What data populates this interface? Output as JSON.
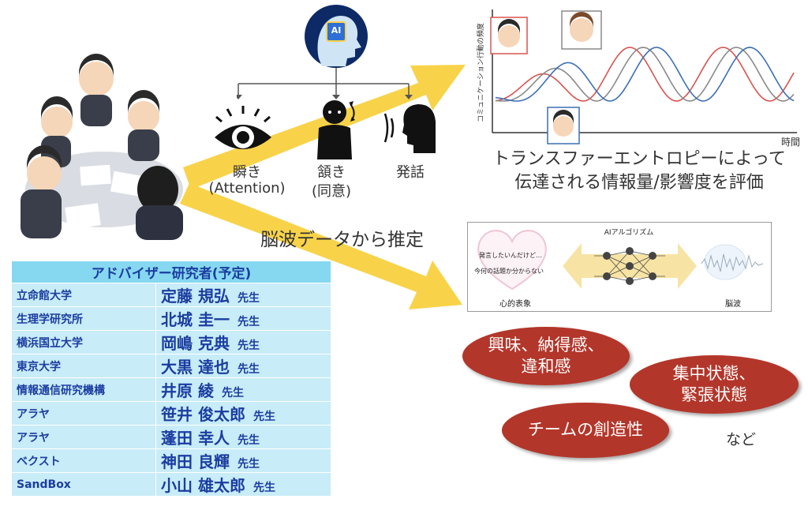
{
  "ai_label": "AI",
  "actions": [
    {
      "label": "瞬き",
      "sub": "(Attention)"
    },
    {
      "label": "頷き",
      "sub": "(同意)"
    },
    {
      "label": "発話",
      "sub": ""
    }
  ],
  "center_caption": "脳波データから推定",
  "chart": {
    "ylabel": "コミュニケーション行動の頻度",
    "xlabel": "時間",
    "series_colors": [
      "#d9534f",
      "#8a8a8a",
      "#3b6fb6"
    ]
  },
  "chart_caption": [
    "トランスファーエントロピーによって",
    "伝達される情報量/影響度を評価"
  ],
  "ai_box": {
    "title": "AIアルゴリズム",
    "speech_line1": "発言したいんだけど…",
    "speech_line2": "今何の話題か分からない",
    "left_label": "心的表象",
    "right_label": "脳波"
  },
  "ellipses": [
    {
      "text": "興味、納得感、\n違和感"
    },
    {
      "text": "集中状態、\n緊張状態"
    },
    {
      "text": "チームの創造性"
    }
  ],
  "etc_label": "など",
  "advisor_table": {
    "header": "アドバイザー研究者(予定)",
    "honorific": "先生",
    "rows": [
      {
        "institution": "立命館大学",
        "name": "定藤 規弘"
      },
      {
        "institution": "生理学研究所",
        "name": "北城 圭一"
      },
      {
        "institution": "横浜国立大学",
        "name": "岡嶋 克典"
      },
      {
        "institution": "東京大学",
        "name": "大黒 達也"
      },
      {
        "institution": "情報通信研究機構",
        "name": "井原 綾"
      },
      {
        "institution": "アラヤ",
        "name": "笹井 俊太郎"
      },
      {
        "institution": "アラヤ",
        "name": "蓬田 幸人"
      },
      {
        "institution": "ベクスト",
        "name": "神田 良輝"
      },
      {
        "institution": "SandBox",
        "name": "小山 雄太郎"
      }
    ]
  }
}
